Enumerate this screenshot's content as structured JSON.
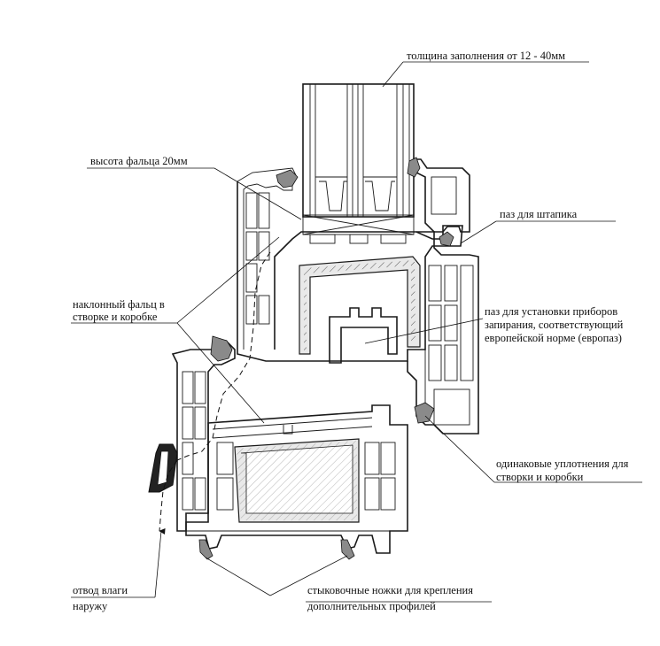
{
  "labels": {
    "fill_thickness": "толщина заполнения от 12 - 40мм",
    "rebate_height": "высота фальца 20мм",
    "bead_groove": "паз для штапика",
    "sloped_rebate_line1": "наклонный фальц в",
    "sloped_rebate_line2": "створке и коробке",
    "hardware_groove_line1": "паз для установки приборов",
    "hardware_groove_line2": "запирания, соответствующий",
    "hardware_groove_line3": "европейской норме (европаз)",
    "seals_line1": "одинаковые уплотнения для",
    "seals_line2": "створки и коробки",
    "drainage_line1": "отвод влаги",
    "drainage_line2": "наружу",
    "feet_line1": "стыковочные ножки для крепления",
    "feet_line2": "дополнительных профилей"
  },
  "colors": {
    "line": "#1a1a1a",
    "steel_fill": "#e9e9e9",
    "seal_fill": "#8a8a8a",
    "background": "#ffffff"
  }
}
